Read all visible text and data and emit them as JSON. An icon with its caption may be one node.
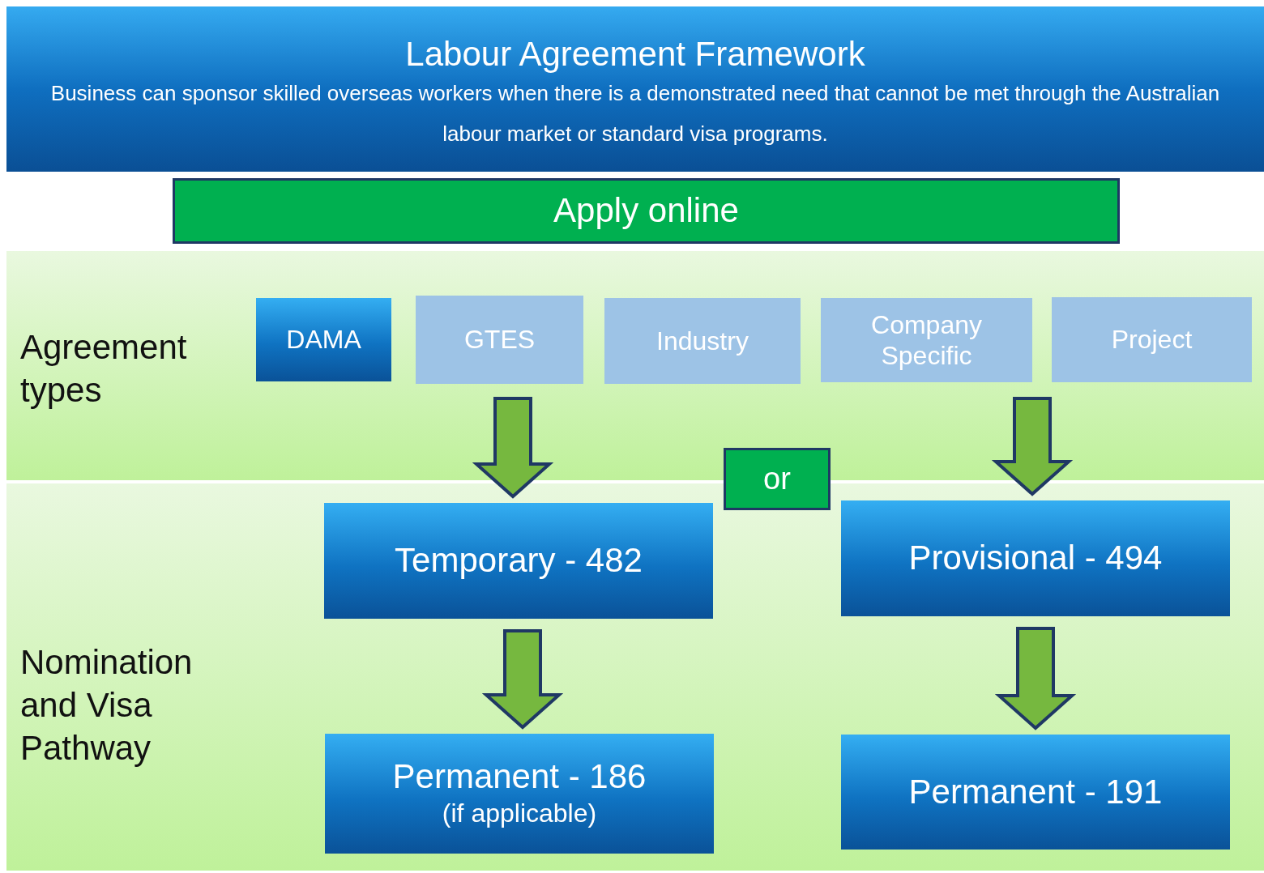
{
  "diagram": {
    "nodes": [
      {
        "text": [
          "Labour Agreement Framework",
          "Business can sponsor skilled overseas workers when there is a demonstrated need that cannot be met through the Australian labour market or standard visa programs."
        ]
      },
      {
        "text": [
          "Apply online"
        ]
      },
      {
        "text": [
          "Agreement types"
        ]
      },
      {
        "text": [
          "DAMA"
        ],
        "in": 2
      },
      {
        "text": [
          "GTES"
        ],
        "in": 2
      },
      {
        "text": [
          "Industry"
        ],
        "in": 2
      },
      {
        "text": [
          "Company Specific"
        ],
        "in": 2
      },
      {
        "text": [
          "Project"
        ],
        "in": 2
      },
      {
        "text": [
          "or"
        ]
      },
      {
        "text": [
          "Nomination and Visa Pathway"
        ]
      },
      {
        "text": [
          "Temporary - 482"
        ],
        "in": 9
      },
      {
        "text": [
          "Provisional - 494"
        ],
        "in": 9
      },
      {
        "text": [
          "Permanent - 186",
          "(if applicable)"
        ],
        "in": 9
      },
      {
        "text": [
          "Permanent - 191"
        ],
        "in": 9
      }
    ],
    "edges": [
      {
        "from": null,
        "to": 10,
        "arrow": "to"
      },
      {
        "from": null,
        "to": 11,
        "arrow": "to"
      },
      {
        "from": 10,
        "to": 12,
        "arrow": "to"
      },
      {
        "from": 11,
        "to": 13,
        "arrow": "to"
      }
    ]
  }
}
